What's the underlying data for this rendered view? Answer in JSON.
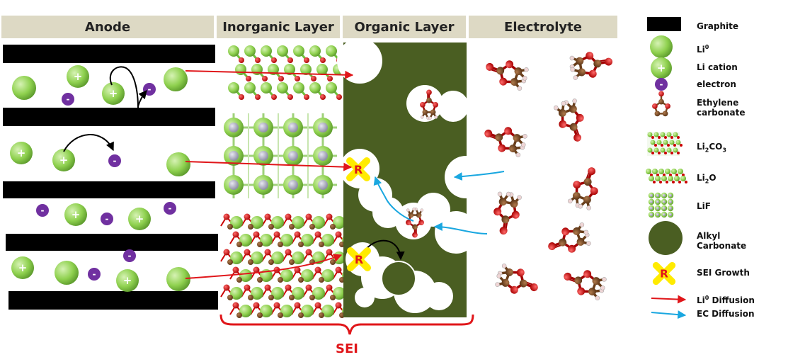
{
  "headers": {
    "anode": "Anode",
    "inorganic": "Inorganic Layer",
    "organic": "Organic Layer",
    "electrolyte": "Electrolyte"
  },
  "symbols": {
    "plus": "+",
    "minus": "-",
    "radical": "R"
  },
  "sei_label": "SEI",
  "legend": {
    "graphite": "Graphite",
    "li0_base": "Li",
    "li0_sup": "0",
    "li_cation": "Li cation",
    "electron": "electron",
    "ec_line1": "Ethylene",
    "ec_line2": "carbonate",
    "li2co3_a": "Li",
    "li2co3_b": "2",
    "li2co3_c": "CO",
    "li2co3_d": "3",
    "li2o_a": "Li",
    "li2o_b": "2",
    "li2o_c": "O",
    "lif": "LiF",
    "alkyl_line1": "Alkyl",
    "alkyl_line2": "Carbonate",
    "sei_growth": "SEI Growth",
    "li_diff_a": "Li",
    "li_diff_b": "0",
    "li_diff_c": " Diffusion",
    "ec_diffusion": "EC Diffusion"
  },
  "colors": {
    "header_bg": "#ddd9c4",
    "graphite": "#000000",
    "li_green": "#8fd14f",
    "electron_purple": "#7030a0",
    "organic_bg": "#4a5e22",
    "li_diffusion_arrow": "#e0161a",
    "ec_diffusion_arrow": "#1aa7e0",
    "radical_yellow": "#ffeb00",
    "oxygen_red": "#cc0000",
    "carbon_brown": "#7a4a22"
  }
}
